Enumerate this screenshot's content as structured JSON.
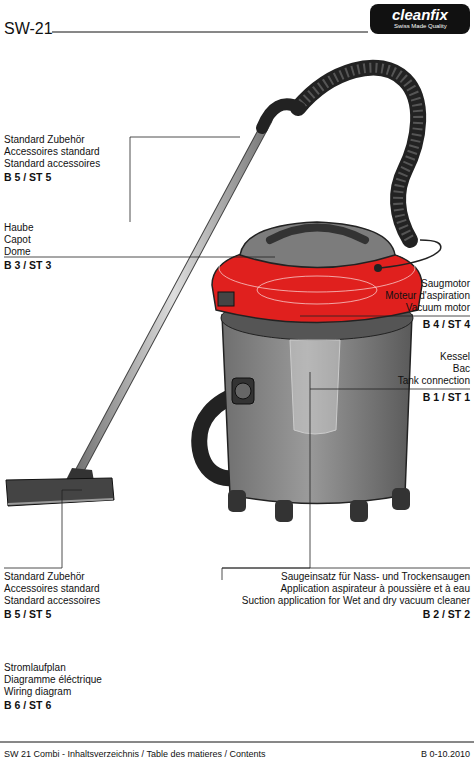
{
  "diagram": {
    "title": "SW-21",
    "labels": [
      "Standard Zubehör",
      "Accessoires standard",
      "Standard accessoires",
      "B 5 / ST 5",
      "Haube",
      "Capot",
      "Dome",
      "B 3 / ST 3",
      "Saugmotor",
      "Moteur d'aspiration",
      "Vacuum motor",
      "B 4 / ST 4",
      "Kessel",
      "Bac",
      "Tank connection",
      "B 1 / ST 1",
      "Standard Zubehör",
      "Accessoires standard",
      "Standard accessoires",
      "B 5 / ST 5",
      "Saugeinsatz für Nass- und Trockensaugen",
      "Application aspirateur à poussière et à eau",
      "Suction application for Wet and dry vacuum cleaner",
      "B 2 / ST 2",
      "Stromlaufplan",
      "Diagramme éléctrique",
      "Wiring diagram",
      "B 6 / ST 6",
      "SW 21 Combi - Inhaltsverzeichnis / Table des matieres / Contents",
      "B 0-10.2010",
      "cleanfix",
      "Swiss Made Quality"
    ]
  }
}
